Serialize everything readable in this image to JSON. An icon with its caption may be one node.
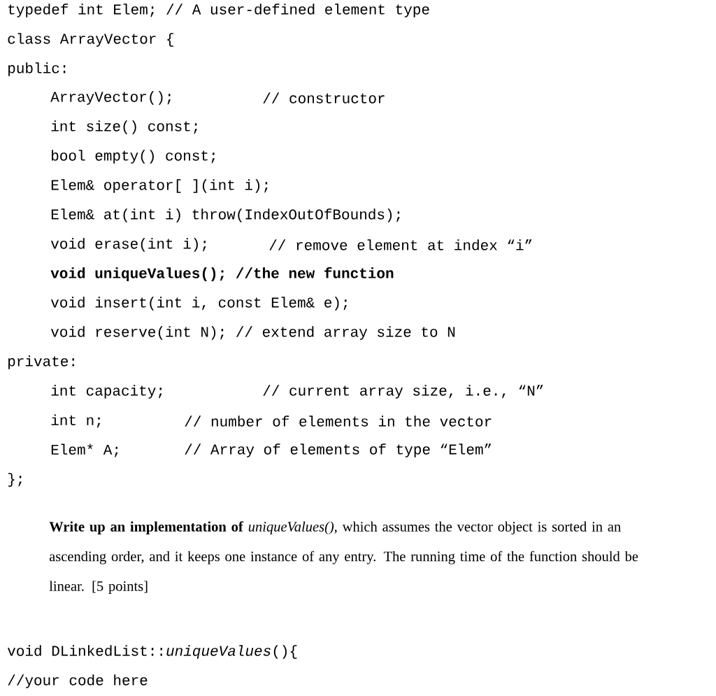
{
  "diagram": {
    "labels": [
      "typedef int Elem; // A user-defined element type",
      "class ArrayVector {",
      "public:",
      "ArrayVector();",
      "// constructor",
      "int size() const;",
      "bool empty() const;",
      "Elem& operator[ ](int i);",
      "Elem& at(int i) throw(IndexOutOfBounds);",
      "void erase(int i);",
      "// remove element at index “i”",
      "void uniqueValues(); //the new function",
      "void insert(int i, const Elem& e);",
      "void reserve(int N); // extend array size to N",
      "private:",
      "int capacity;",
      "// current array size, i.e., “N”",
      "int n;",
      "// number of elements in the vector",
      "Elem* A;",
      "// Array of elements of type “Elem”",
      "};",
      "**Write up an implementation of** *uniqueValues()*, which assumes the vector object is sorted in an ascending order, and it keeps one instance of any entry. The running time of the function should be linear. [5 points]",
      "void DLinkedList::*uniqueValues*(){",
      "//your code here"
    ]
  }
}
